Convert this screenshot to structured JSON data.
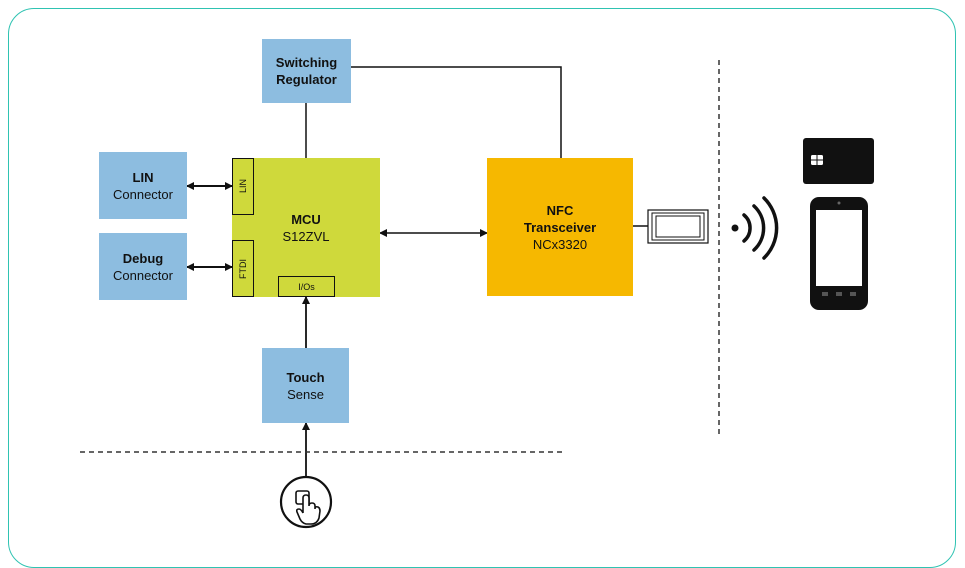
{
  "blocks": {
    "regulator": {
      "title": "Switching",
      "subtitle": "Regulator"
    },
    "lin": {
      "title": "LIN",
      "subtitle": "Connector"
    },
    "debug": {
      "title": "Debug",
      "subtitle": "Connector"
    },
    "mcu": {
      "title": "MCU",
      "subtitle": "S12ZVL"
    },
    "nfc": {
      "title": "NFC",
      "title2": "Transceiver",
      "subtitle": "NCx3320"
    },
    "touch": {
      "title": "Touch",
      "subtitle": "Sense"
    }
  },
  "ports": {
    "lin": "LIN",
    "ftdi": "FTDI",
    "ios": "I/Os"
  },
  "colors": {
    "frame": "#2fc3b2",
    "blue": "#8dbde0",
    "mcu": "#cfd93b",
    "nfc": "#f6b800"
  }
}
